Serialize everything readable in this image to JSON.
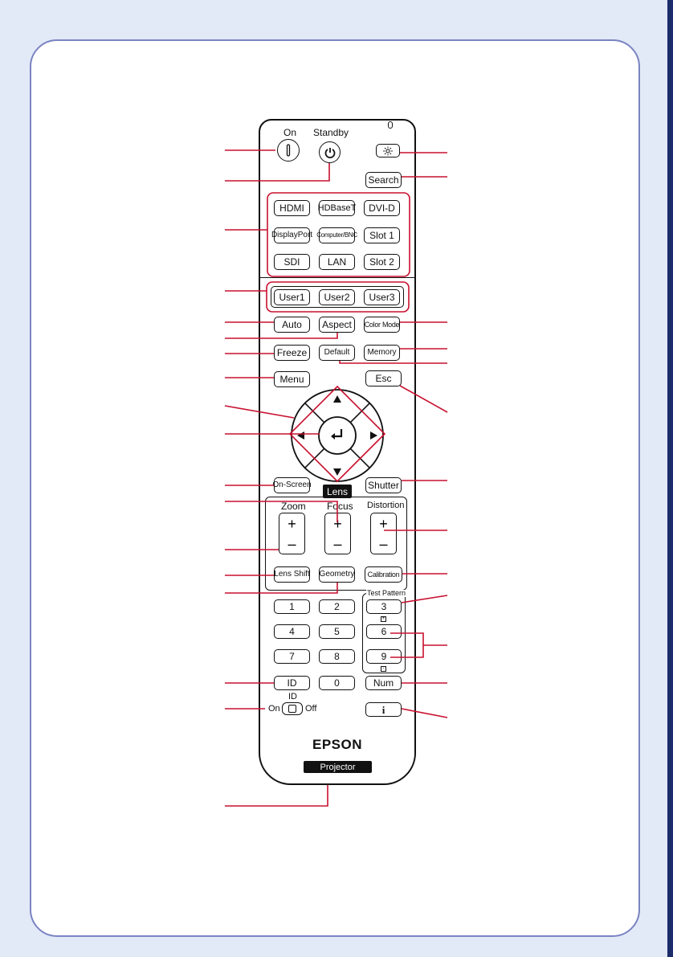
{
  "remote": {
    "on_label": "On",
    "standby_label": "Standby",
    "search": "Search",
    "sources": [
      "HDMI",
      "HDBaseT",
      "DVI-D",
      "DisplayPort",
      "Computer/BNC",
      "Slot 1",
      "SDI",
      "LAN",
      "Slot 2"
    ],
    "users": [
      "User1",
      "User2",
      "User3"
    ],
    "auto": "Auto",
    "aspect": "Aspect",
    "color_mode": "Color Mode",
    "freeze": "Freeze",
    "default": "Default",
    "memory": "Memory",
    "menu": "Menu",
    "esc": "Esc",
    "on_screen": "On-Screen",
    "shutter": "Shutter",
    "lens": "Lens",
    "zoom": "Zoom",
    "focus": "Focus",
    "distortion": "Distortion",
    "plus": "+",
    "minus": "–",
    "lens_shift": "Lens Shift",
    "geometry": "Geometry",
    "calibration": "Calibration",
    "test_pattern": "Test Pattern",
    "numbers": [
      "1",
      "2",
      "3",
      "4",
      "5",
      "6",
      "7",
      "8",
      "9",
      "0"
    ],
    "id": "ID",
    "num": "Num",
    "id_switch_label": "ID",
    "id_on": "On",
    "id_off": "Off",
    "info": "i",
    "brand": "EPSON",
    "projector": "Projector"
  },
  "colors": {
    "callout": "#c8102e",
    "border": "#7a84c2",
    "background": "#e2e9f7",
    "right_bar": "#1c2c6b"
  },
  "icons": [
    "power-icon",
    "on-icon",
    "illumination-icon",
    "arrow-up-icon",
    "arrow-down-icon",
    "arrow-left-icon",
    "arrow-right-icon",
    "enter-icon",
    "info-icon"
  ]
}
